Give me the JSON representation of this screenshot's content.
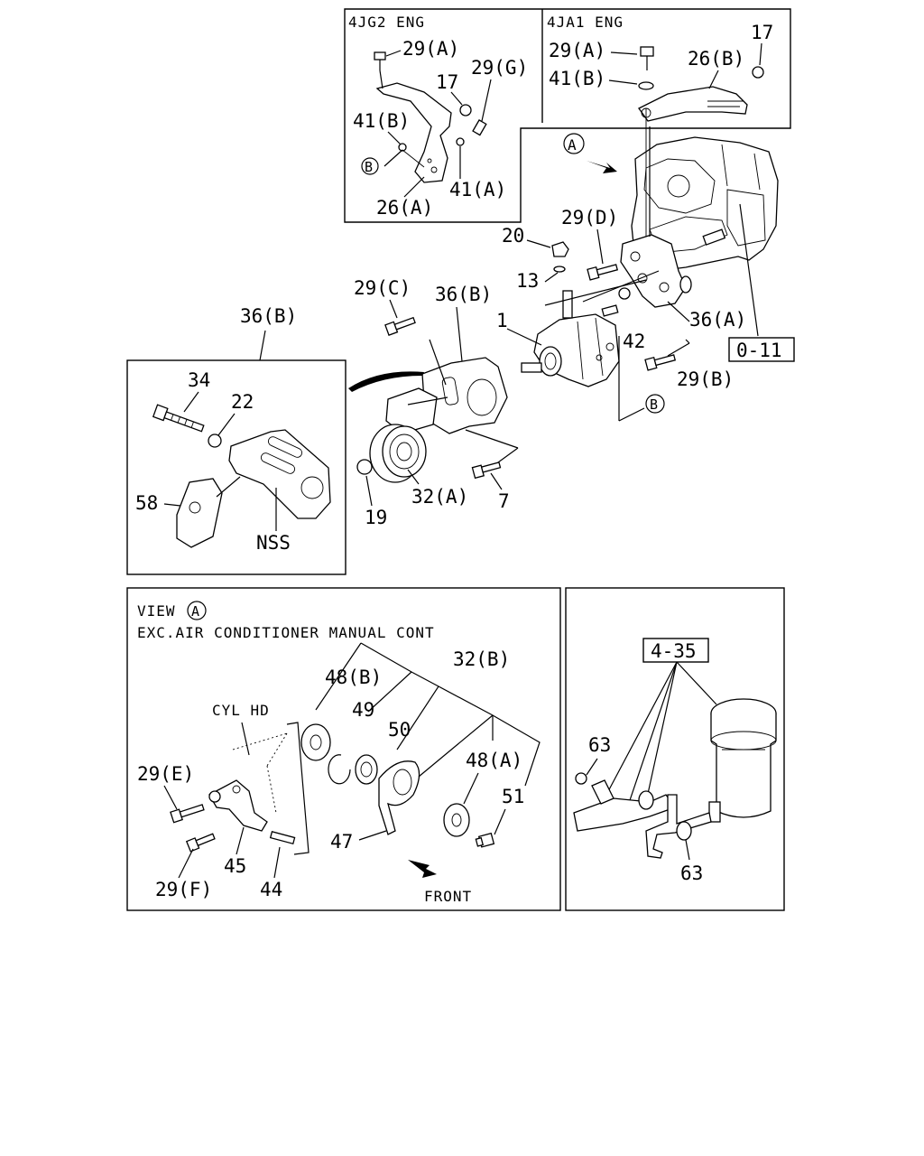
{
  "inset_4jg2": {
    "header": "4JG2 ENG"
  },
  "inset_4ja1": {
    "header": "4JA1 ENG"
  },
  "main": {
    "callouts": {
      "c29a_left": "29(A)",
      "c17_left": "17",
      "c29g": "29(G)",
      "c41b_left": "41(B)",
      "c41a": "41(A)",
      "c26a": "26(A)",
      "c29a_right": "29(A)",
      "c41b_right": "41(B)",
      "c26b": "26(B)",
      "c17_right": "17",
      "c29d": "29(D)",
      "c20": "20",
      "c13": "13",
      "c29c": "29(C)",
      "c36b_main": "36(B)",
      "c1": "1",
      "c42": "42",
      "c36a": "36(A)",
      "c29b": "29(B)",
      "c32a": "32(A)",
      "c19": "19",
      "c7": "7"
    },
    "ref_box": "0-11"
  },
  "inset_36b": {
    "title": "36(B)",
    "callouts": {
      "c34": "34",
      "c22": "22",
      "c58": "58",
      "nss": "NSS"
    }
  },
  "view_a": {
    "title": "VIEW",
    "subtitle": "EXC.AIR CONDITIONER MANUAL CONT",
    "cyl_hd": "CYL HD",
    "front": "FRONT",
    "callouts": {
      "c48b": "48(B)",
      "c32b": "32(B)",
      "c49": "49",
      "c50": "50",
      "c48a": "48(A)",
      "c29e": "29(E)",
      "c51": "51",
      "c47": "47",
      "c45": "45",
      "c29f": "29(F)",
      "c44": "44"
    }
  },
  "reservoir": {
    "ref_box": "4-35",
    "callouts": {
      "c63_top": "63",
      "c63_bottom": "63"
    }
  },
  "markers": {
    "a": "A",
    "b": "B"
  }
}
